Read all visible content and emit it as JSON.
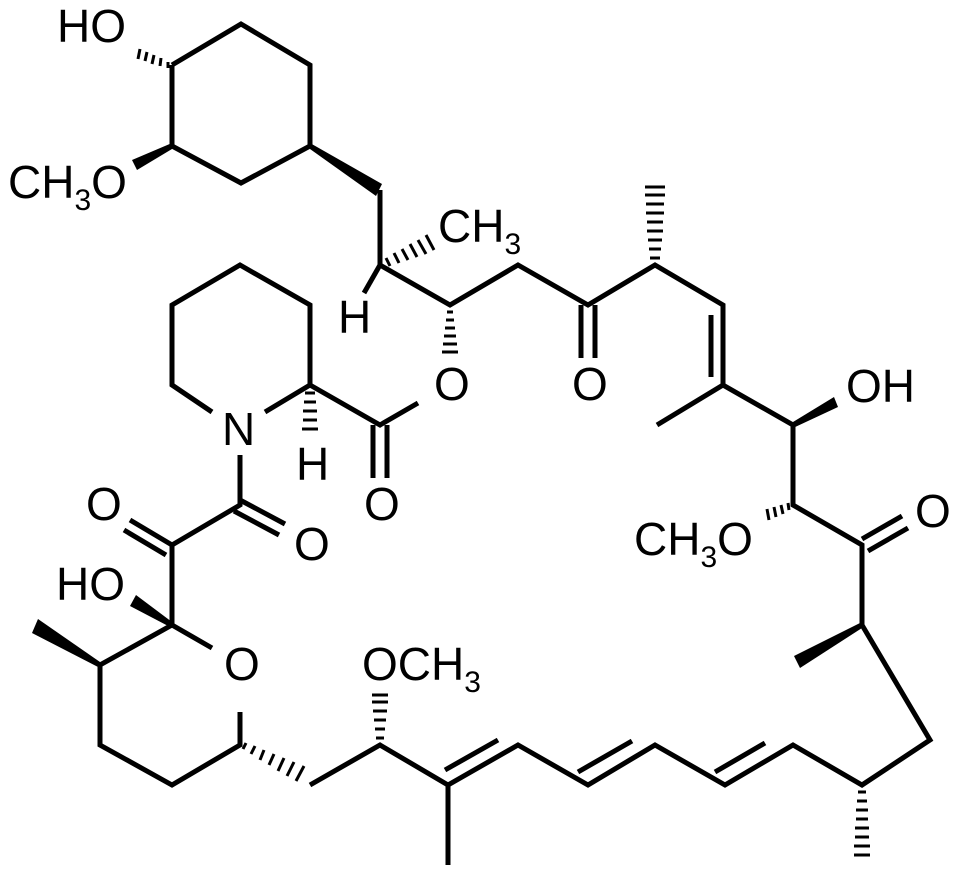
{
  "diagram": {
    "type": "chemical-structure",
    "background": "#ffffff",
    "stroke_color": "#000000",
    "labels": {
      "ho_top": "HO",
      "ch3o_top_main": "CH",
      "ch3o_top_sub": "3",
      "ch3o_top_o": "O",
      "ch3_mid_main": "CH",
      "ch3_mid_sub": "3",
      "h_upper": "H",
      "o_ester_ring": "O",
      "o_ketone_1": "O",
      "n_piperidine": "N",
      "h_piperidine": "H",
      "o_ester_carbonyl": "O",
      "oh_right": "OH",
      "ch3o_right_main": "CH",
      "ch3o_right_sub": "3",
      "ch3o_right_o": "O",
      "o_ketone_2": "O",
      "o_diketone_left": "O",
      "o_diketone_right": "O",
      "ho_hemiketal": "HO",
      "o_pyran": "O",
      "och3_bottom_main": "OCH",
      "och3_bottom_sub": "3"
    }
  }
}
